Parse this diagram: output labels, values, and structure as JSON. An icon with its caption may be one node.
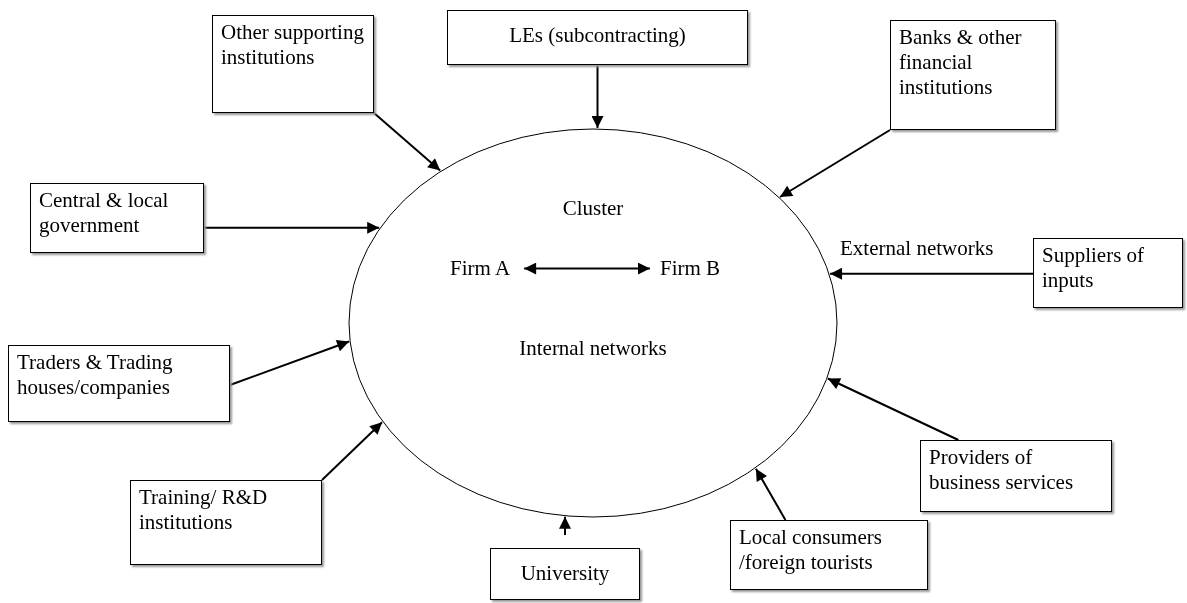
{
  "diagram": {
    "nodes": [
      {
        "text": [
          "Other supporting institutions"
        ]
      },
      {
        "text": [
          "LEs (subcontracting)"
        ]
      },
      {
        "text": [
          "Banks & other financial institutions"
        ]
      },
      {
        "text": [
          "Central & local government"
        ]
      },
      {
        "text": [
          "Cluster",
          "Internal networks"
        ]
      },
      {
        "text": [
          "Firm A"
        ],
        "in": 4
      },
      {
        "text": [
          "Firm B"
        ],
        "in": 4
      },
      {
        "text": [
          "Suppliers of inputs"
        ]
      },
      {
        "text": [
          "Traders & Trading houses/companies"
        ]
      },
      {
        "text": [
          "Providers of business services"
        ]
      },
      {
        "text": [
          "Training/ R&D institutions"
        ]
      },
      {
        "text": [
          "Local consumers /foreign tourists"
        ]
      },
      {
        "text": [
          "University"
        ]
      }
    ],
    "edges": [
      {
        "from": 0,
        "to": 4,
        "arrow": "to"
      },
      {
        "from": 1,
        "to": 4,
        "arrow": "to"
      },
      {
        "from": 2,
        "to": 4,
        "arrow": "to"
      },
      {
        "from": 3,
        "to": 4,
        "arrow": "to"
      },
      {
        "from": 5,
        "to": 6,
        "arrow": "both"
      },
      {
        "from": 7,
        "to": 4,
        "arrow": "to"
      },
      {
        "from": 8,
        "to": 4,
        "arrow": "to"
      },
      {
        "from": 9,
        "to": 4,
        "arrow": "to"
      },
      {
        "from": 10,
        "to": 4,
        "arrow": "to"
      },
      {
        "from": 11,
        "to": 4,
        "arrow": "to"
      },
      {
        "from": 12,
        "to": 4,
        "arrow": "to"
      }
    ],
    "labels": [
      "External networks"
    ]
  }
}
